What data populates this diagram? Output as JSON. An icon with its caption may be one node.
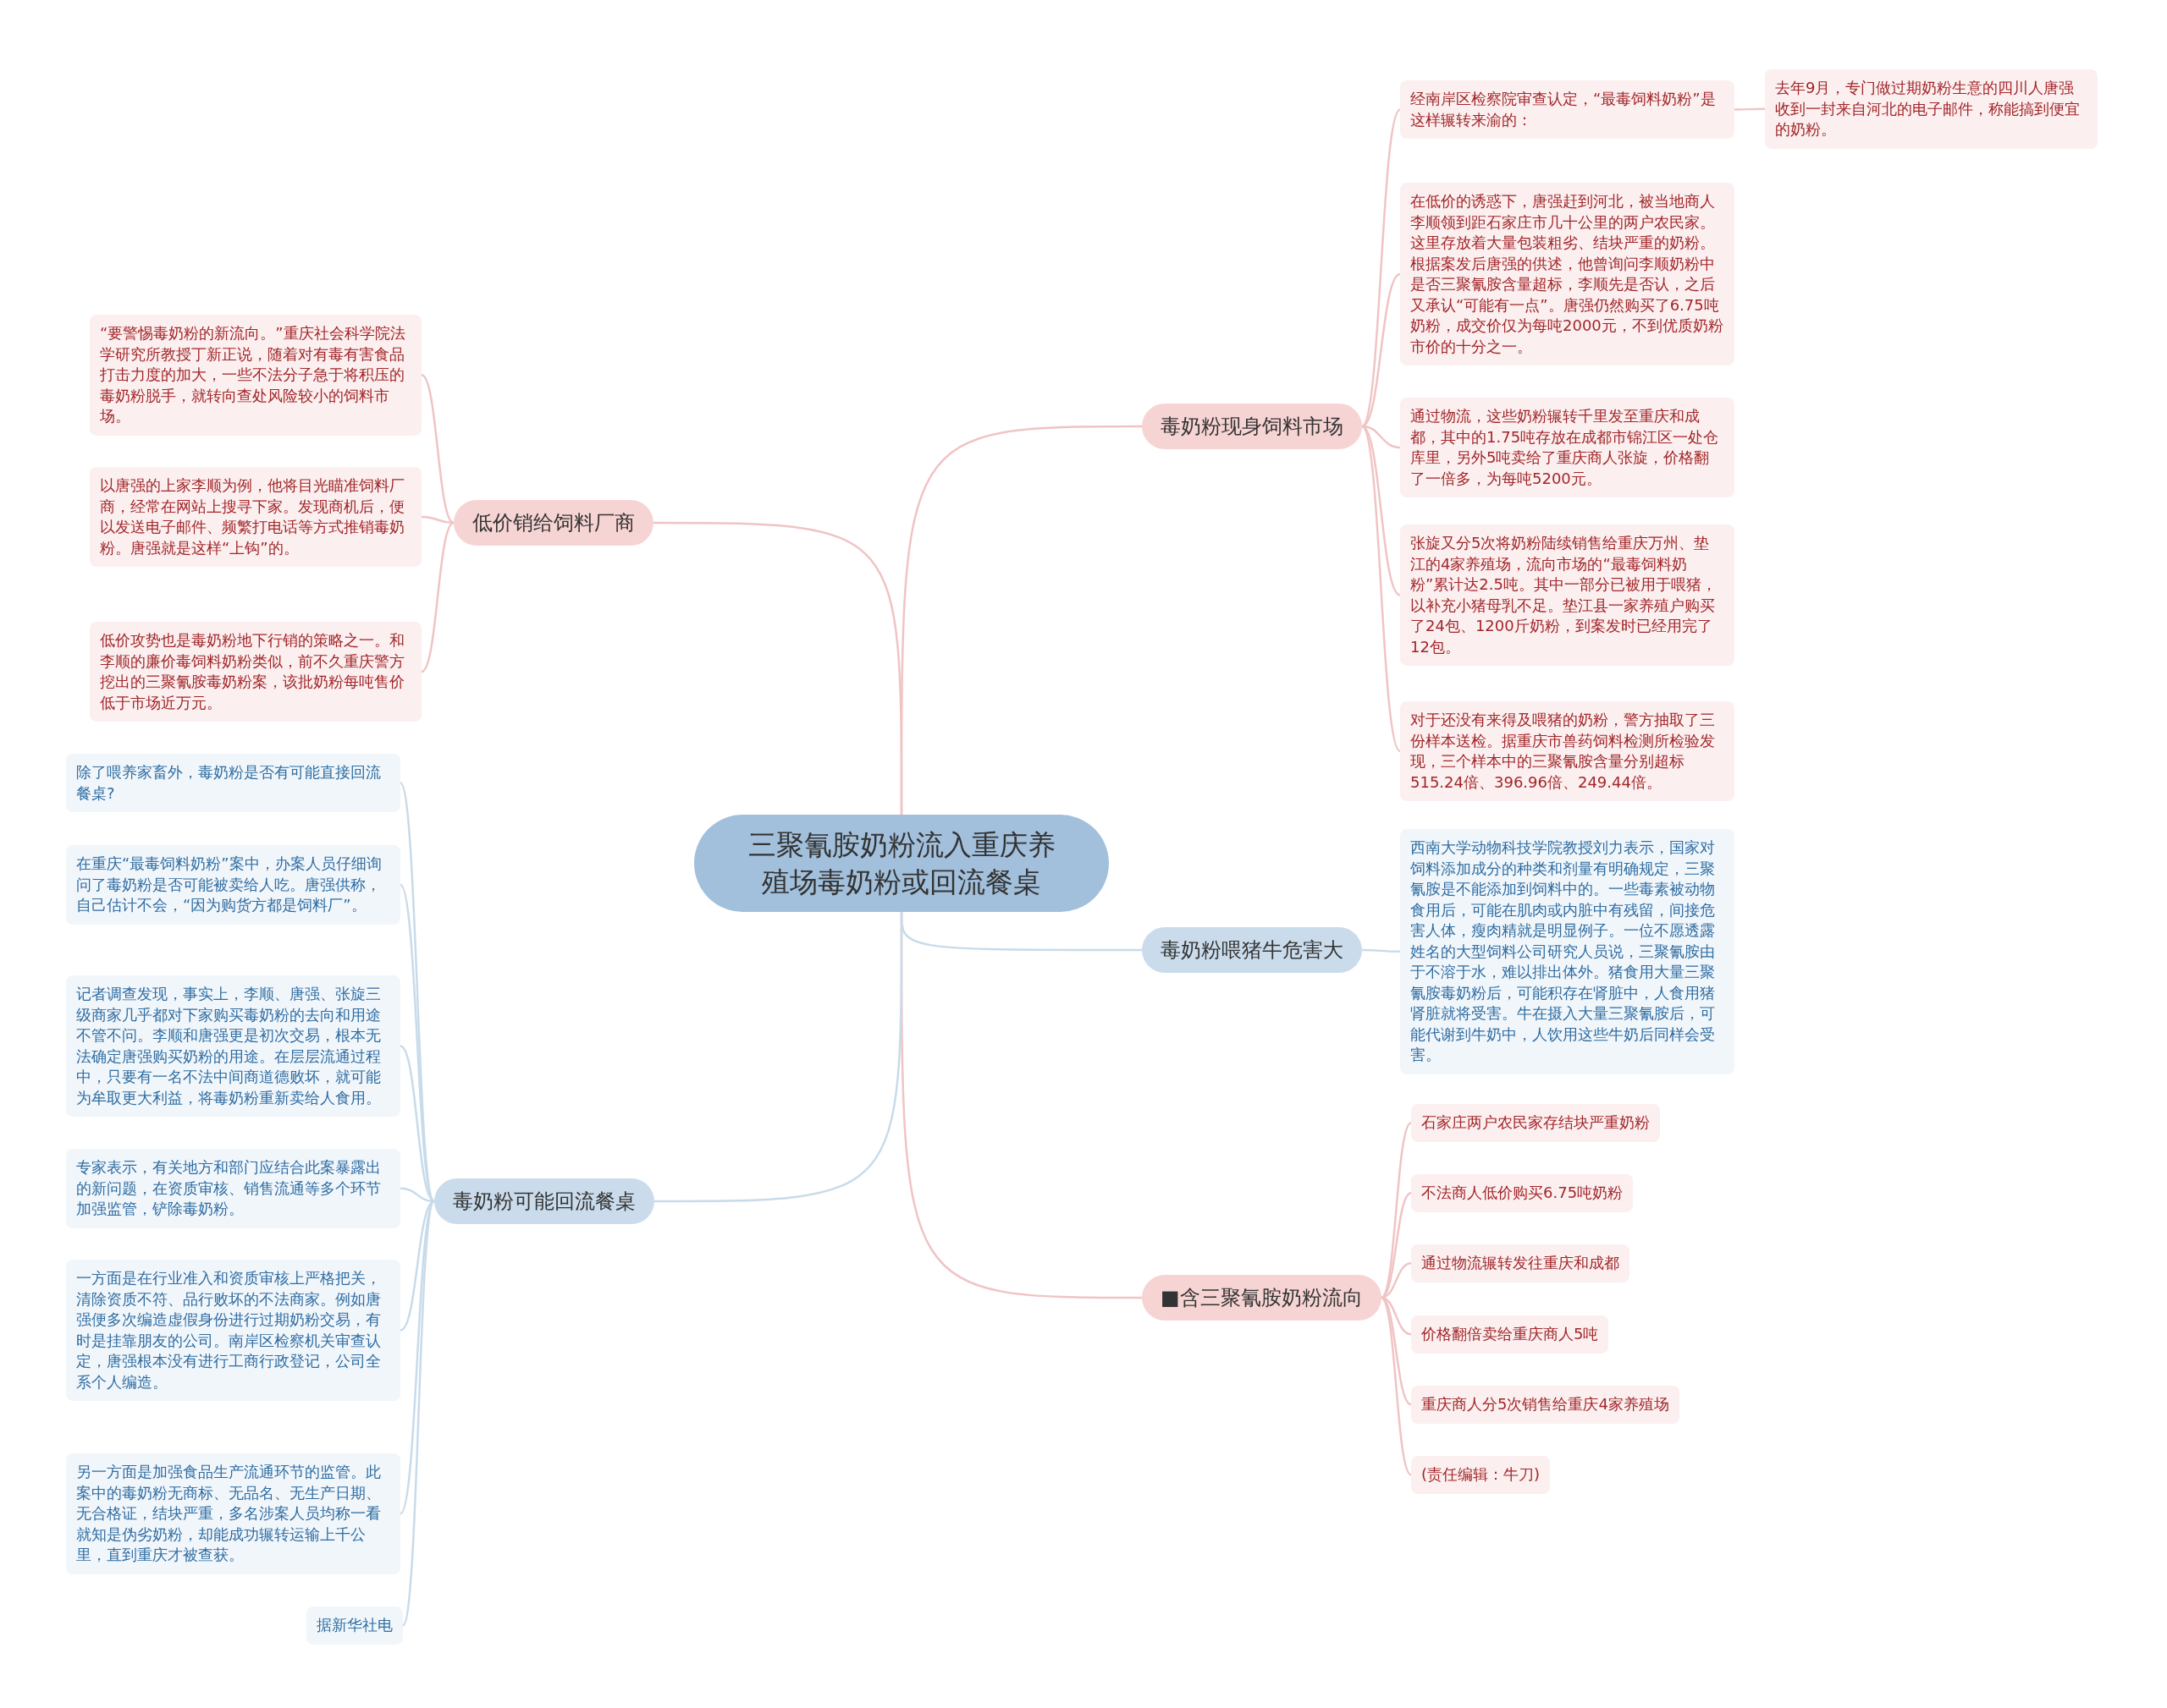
{
  "diagram": {
    "nodes": [
      {
        "text": [
          "三聚氰胺奶粉流入重庆养殖场毒奶粉或回流餐桌"
        ]
      },
      {
        "text": [
          "毒奶粉现身饲料市场"
        ]
      },
      {
        "text": [
          "经南岸区检察院审查认定，“最毒饲料奶粉”是这样辗转来渝的："
        ]
      },
      {
        "text": [
          "去年9月，专门做过期奶粉生意的四川人唐强收到一封来自河北的电子邮件，称能搞到便宜的奶粉。"
        ]
      },
      {
        "text": [
          "在低价的诱惑下，唐强赶到河北，被当地商人李顺领到距石家庄市几十公里的两户农民家。这里存放着大量包装粗劣、结块严重的奶粉。根据案发后唐强的供述，他曾询问李顺奶粉中是否三聚氰胺含量超标，李顺先是否认，之后又承认“可能有一点”。唐强仍然购买了6.75吨奶粉，成交价仅为每吨2000元，不到优质奶粉市价的十分之一。"
        ]
      },
      {
        "text": [
          "通过物流，这些奶粉辗转千里发至重庆和成都，其中的1.75吨存放在成都市锦江区一处仓库里，另外5吨卖给了重庆商人张旋，价格翻了一倍多，为每吨5200元。"
        ]
      },
      {
        "text": [
          "张旋又分5次将奶粉陆续销售给重庆万州、垫江的4家养殖场，流向市场的“最毒饲料奶粉”累计达2.5吨。其中一部分已被用于喂猪，以补充小猪母乳不足。垫江县一家养殖户购买了24包、1200斤奶粉，到案发时已经用完了12包。"
        ]
      },
      {
        "text": [
          "对于还没有来得及喂猪的奶粉，警方抽取了三份样本送检。据重庆市兽药饲料检测所检验发现，三个样本中的三聚氰胺含量分别超标515.24倍、396.96倍、249.44倍。"
        ]
      },
      {
        "text": [
          "毒奶粉喂猪牛危害大"
        ]
      },
      {
        "text": [
          "西南大学动物科技学院教授刘力表示，国家对饲料添加成分的种类和剂量有明确规定，三聚氰胺是不能添加到饲料中的。一些毒素被动物食用后，可能在肌肉或内脏中有残留，间接危害人体，瘦肉精就是明显例子。一位不愿透露姓名的大型饲料公司研究人员说，三聚氰胺由于不溶于水，难以排出体外。猪食用大量三聚氰胺毒奶粉后，可能积存在肾脏中，人食用猪肾脏就将受害。牛在摄入大量三聚氰胺后，可能代谢到牛奶中，人饮用这些牛奶后同样会受害。"
        ]
      },
      {
        "text": [
          "■含三聚氰胺奶粉流向"
        ]
      },
      {
        "text": [
          "石家庄两户农民家存结块严重奶粉"
        ]
      },
      {
        "text": [
          "不法商人低价购买6.75吨奶粉"
        ]
      },
      {
        "text": [
          "通过物流辗转发往重庆和成都"
        ]
      },
      {
        "text": [
          "价格翻倍卖给重庆商人5吨"
        ]
      },
      {
        "text": [
          "重庆商人分5次销售给重庆4家养殖场"
        ]
      },
      {
        "text": [
          "(责任编辑：牛刀)"
        ]
      },
      {
        "text": [
          "低价销给饲料厂商"
        ]
      },
      {
        "text": [
          "“要警惕毒奶粉的新流向。”重庆社会科学院法学研究所教授丁新正说，随着对有毒有害食品打击力度的加大，一些不法分子急于将积压的毒奶粉脱手，就转向查处风险较小的饲料市场。"
        ]
      },
      {
        "text": [
          "以唐强的上家李顺为例，他将目光瞄准饲料厂商，经常在网站上搜寻下家。发现商机后，便以发送电子邮件、频繁打电话等方式推销毒奶粉。唐强就是这样“上钩”的。"
        ]
      },
      {
        "text": [
          "低价攻势也是毒奶粉地下行销的策略之一。和李顺的廉价毒饲料奶粉类似，前不久重庆警方挖出的三聚氰胺毒奶粉案，该批奶粉每吨售价低于市场近万元。"
        ]
      },
      {
        "text": [
          "毒奶粉可能回流餐桌"
        ]
      },
      {
        "text": [
          "除了喂养家畜外，毒奶粉是否有可能直接回流餐桌?"
        ]
      },
      {
        "text": [
          "在重庆“最毒饲料奶粉”案中，办案人员仔细询问了毒奶粉是否可能被卖给人吃。唐强供称，自己估计不会，“因为购货方都是饲料厂”。"
        ]
      },
      {
        "text": [
          "记者调查发现，事实上，李顺、唐强、张旋三级商家几乎都对下家购买毒奶粉的去向和用途不管不问。李顺和唐强更是初次交易，根本无法确定唐强购买奶粉的用途。在层层流通过程中，只要有一名不法中间商道德败坏，就可能为牟取更大利益，将毒奶粉重新卖给人食用。"
        ]
      },
      {
        "text": [
          "专家表示，有关地方和部门应结合此案暴露出的新问题，在资质审核、销售流通等多个环节加强监管，铲除毒奶粉。"
        ]
      },
      {
        "text": [
          "一方面是在行业准入和资质审核上严格把关，清除资质不符、品行败坏的不法商家。例如唐强便多次编造虚假身份进行过期奶粉交易，有时是挂靠朋友的公司。南岸区检察机关审查认定，唐强根本没有进行工商行政登记，公司全系个人编造。"
        ]
      },
      {
        "text": [
          "另一方面是加强食品生产流通环节的监管。此案中的毒奶粉无商标、无品名、无生产日期、无合格证，结块严重，多名涉案人员均称一看就知是伪劣奶粉，却能成功辗转运输上千公里，直到重庆才被查获。"
        ]
      },
      {
        "text": [
          "据新华社电"
        ]
      }
    ],
    "edges": [
      {
        "from": 0,
        "to": 1,
        "arrow": "none",
        "color": "#f0c4c4"
      },
      {
        "from": 1,
        "to": 2,
        "arrow": "none",
        "color": "#f0c4c4"
      },
      {
        "from": 2,
        "to": 3,
        "arrow": "none",
        "color": "#f0c4c4"
      },
      {
        "from": 1,
        "to": 4,
        "arrow": "none",
        "color": "#f0c4c4"
      },
      {
        "from": 1,
        "to": 5,
        "arrow": "none",
        "color": "#f0c4c4"
      },
      {
        "from": 1,
        "to": 6,
        "arrow": "none",
        "color": "#f0c4c4"
      },
      {
        "from": 1,
        "to": 7,
        "arrow": "none",
        "color": "#f0c4c4"
      },
      {
        "from": 0,
        "to": 8,
        "arrow": "none",
        "color": "#c8dbea"
      },
      {
        "from": 8,
        "to": 9,
        "arrow": "none",
        "color": "#c8dbea"
      },
      {
        "from": 0,
        "to": 10,
        "arrow": "none",
        "color": "#f0c4c4"
      },
      {
        "from": 10,
        "to": 11,
        "arrow": "none",
        "color": "#f0c4c4"
      },
      {
        "from": 10,
        "to": 12,
        "arrow": "none",
        "color": "#f0c4c4"
      },
      {
        "from": 10,
        "to": 13,
        "arrow": "none",
        "color": "#f0c4c4"
      },
      {
        "from": 10,
        "to": 14,
        "arrow": "none",
        "color": "#f0c4c4"
      },
      {
        "from": 10,
        "to": 15,
        "arrow": "none",
        "color": "#f0c4c4"
      },
      {
        "from": 10,
        "to": 16,
        "arrow": "none",
        "color": "#f0c4c4"
      },
      {
        "from": 0,
        "to": 17,
        "arrow": "none",
        "color": "#f0c4c4"
      },
      {
        "from": 17,
        "to": 18,
        "arrow": "none",
        "color": "#f0c4c4"
      },
      {
        "from": 17,
        "to": 19,
        "arrow": "none",
        "color": "#f0c4c4"
      },
      {
        "from": 17,
        "to": 20,
        "arrow": "none",
        "color": "#f0c4c4"
      },
      {
        "from": 0,
        "to": 21,
        "arrow": "none",
        "color": "#c8dbea"
      },
      {
        "from": 21,
        "to": 22,
        "arrow": "none",
        "color": "#c8dbea"
      },
      {
        "from": 21,
        "to": 23,
        "arrow": "none",
        "color": "#c8dbea"
      },
      {
        "from": 21,
        "to": 24,
        "arrow": "none",
        "color": "#c8dbea"
      },
      {
        "from": 21,
        "to": 25,
        "arrow": "none",
        "color": "#c8dbea"
      },
      {
        "from": 21,
        "to": 26,
        "arrow": "none",
        "color": "#c8dbea"
      },
      {
        "from": 21,
        "to": 27,
        "arrow": "none",
        "color": "#c8dbea"
      },
      {
        "from": 21,
        "to": 28,
        "arrow": "none",
        "color": "#c8dbea"
      }
    ]
  }
}
